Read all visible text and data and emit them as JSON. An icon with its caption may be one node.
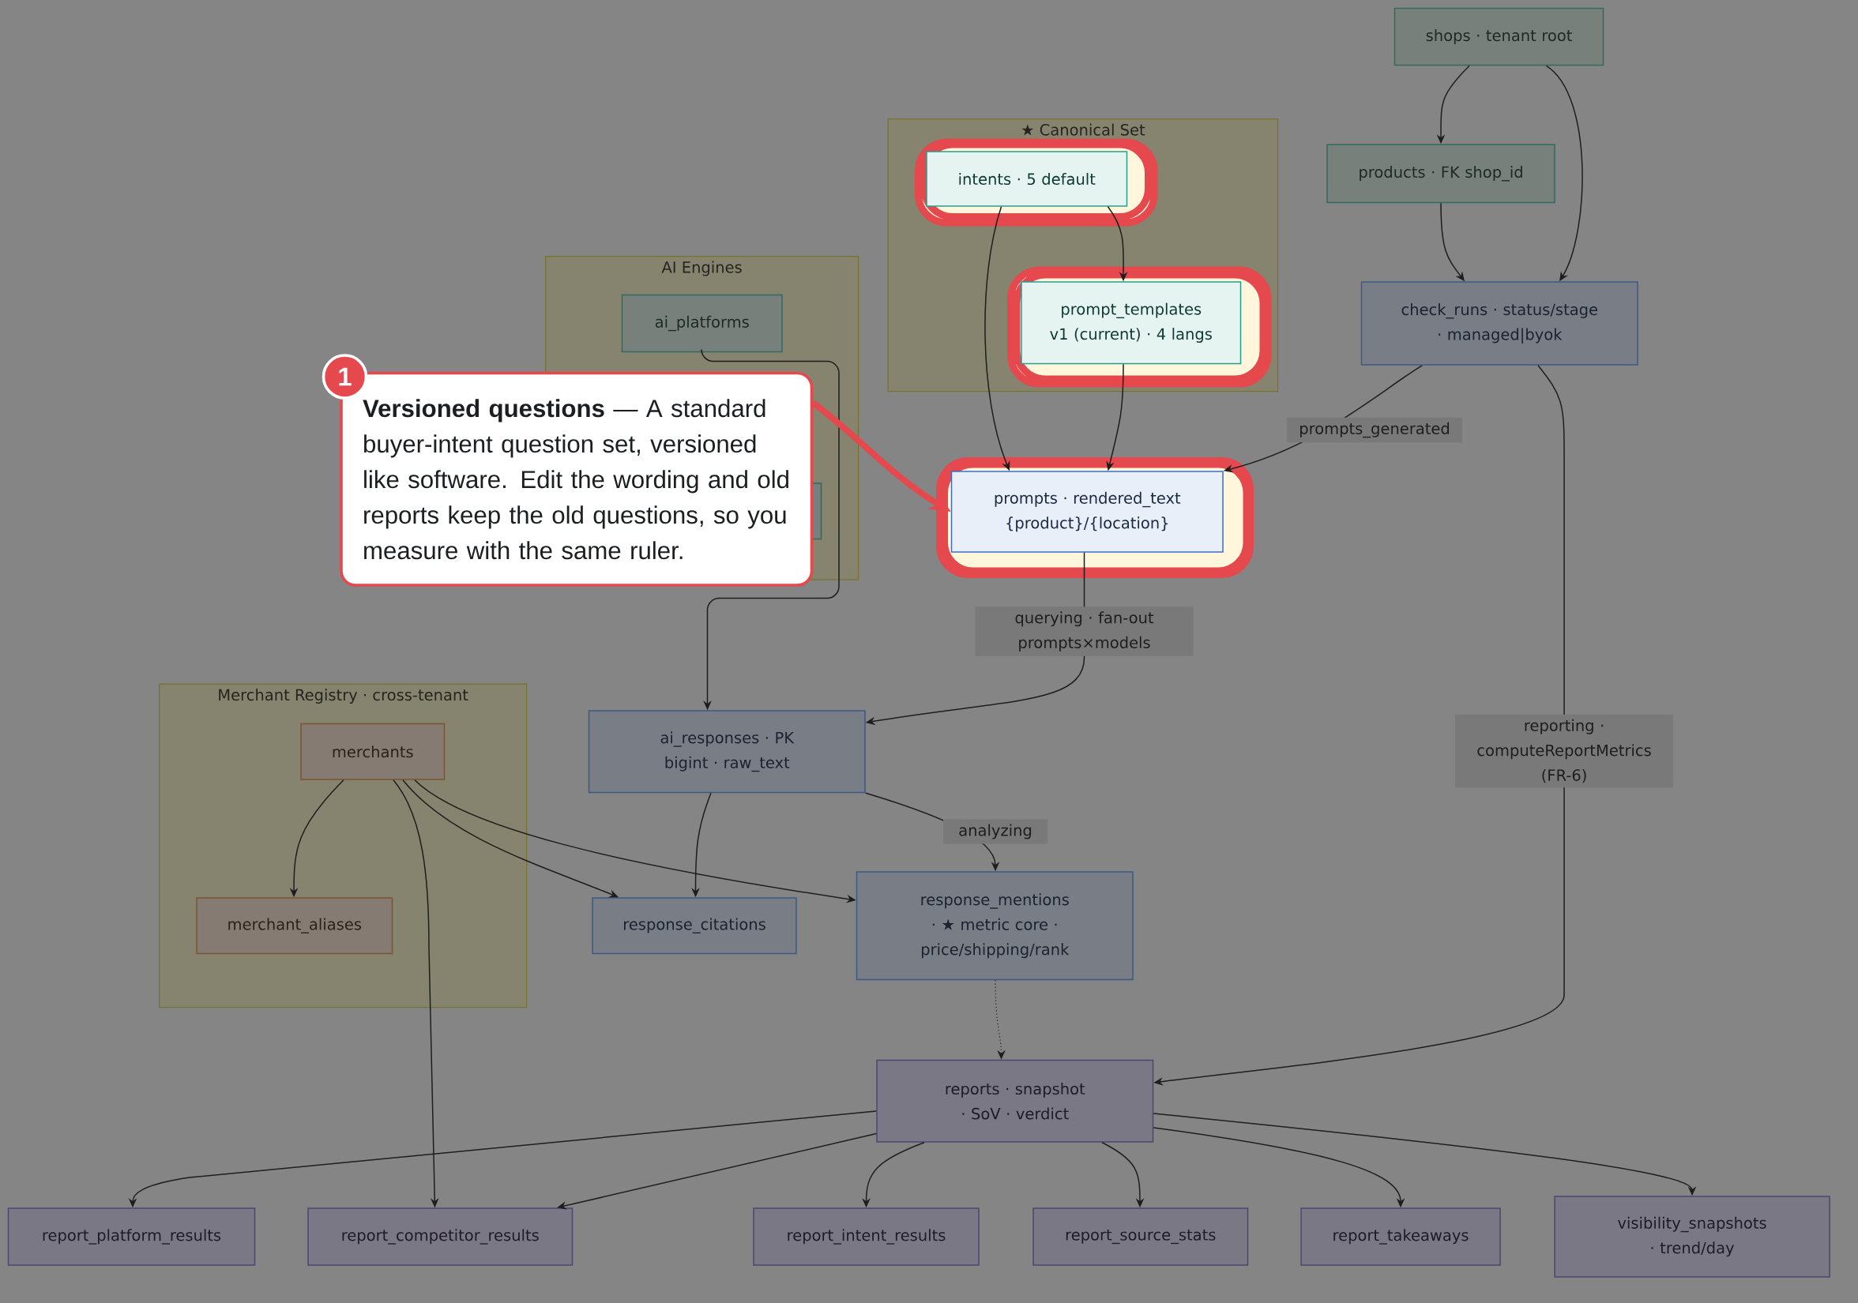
{
  "diagram": {
    "nodes": [
      {
        "text": [
          "★ Canonical Set"
        ]
      },
      {
        "text": [
          "intents · 5 default"
        ],
        "in": 0
      },
      {
        "text": [
          "prompt_templates v1 (current) · 4 langs"
        ],
        "in": 0
      },
      {
        "text": [
          "shops · tenant root"
        ]
      },
      {
        "text": [
          "products · FK shop_id"
        ]
      },
      {
        "text": [
          "check_runs · status/stage · managed|byok"
        ]
      },
      {
        "text": [
          "AI Engines"
        ]
      },
      {
        "text": [
          "ai_platforms"
        ],
        "in": 6
      },
      {
        "text": [],
        "shape": "box",
        "in": 6
      },
      {
        "text": [
          "prompts · rendered_text {product}/{location}"
        ]
      },
      {
        "text": [
          "Merchant Registry · cross-tenant"
        ]
      },
      {
        "text": [
          "merchants"
        ],
        "in": 10
      },
      {
        "text": [
          "merchant_aliases"
        ],
        "in": 10
      },
      {
        "text": [
          "ai_responses · PK bigint · raw_text"
        ]
      },
      {
        "text": [
          "response_citations"
        ]
      },
      {
        "text": [
          "response_mentions · ★ metric core · price/shipping/rank"
        ]
      },
      {
        "text": [
          "reports · snapshot · SoV · verdict"
        ]
      },
      {
        "text": [
          "report_platform_results"
        ]
      },
      {
        "text": [
          "report_competitor_results"
        ]
      },
      {
        "text": [
          "report_intent_results"
        ]
      },
      {
        "text": [
          "report_source_stats"
        ]
      },
      {
        "text": [
          "report_takeaways"
        ]
      },
      {
        "text": [
          "visibility_snapshots · trend/day"
        ]
      },
      {
        "text": [
          "**Versioned questions** — A standard buyer-intent question set, versioned like software. Edit the wording and old reports keep the old questions, so you measure with the same ruler."
        ],
        "beside": [
          "1"
        ]
      }
    ],
    "edges": [
      {
        "from": 1,
        "to": 9,
        "arrow": "to"
      },
      {
        "from": 1,
        "to": 2,
        "arrow": "to"
      },
      {
        "from": 2,
        "to": 9,
        "arrow": "to"
      },
      {
        "from": 3,
        "to": 4,
        "arrow": "to"
      },
      {
        "from": 3,
        "to": 5,
        "arrow": "to"
      },
      {
        "from": 4,
        "to": 5,
        "arrow": "to"
      },
      {
        "from": 5,
        "to": 9,
        "arrow": "to",
        "label": "prompts_generated"
      },
      {
        "from": 5,
        "to": 16,
        "arrow": "to",
        "label": "reporting · computeReportMetrics (FR-6)"
      },
      {
        "from": 9,
        "to": 13,
        "arrow": "to",
        "label": "querying · fan-out prompts×models"
      },
      {
        "from": 7,
        "to": 13,
        "arrow": "to"
      },
      {
        "from": 13,
        "to": 14,
        "arrow": "to"
      },
      {
        "from": 13,
        "to": 15,
        "arrow": "to",
        "label": "analyzing"
      },
      {
        "from": 11,
        "to": 12,
        "arrow": "to"
      },
      {
        "from": 11,
        "to": 18,
        "arrow": "to"
      },
      {
        "from": 11,
        "to": 14,
        "arrow": "to"
      },
      {
        "from": 11,
        "to": 15,
        "arrow": "to"
      },
      {
        "from": 15,
        "to": 16,
        "arrow": "to",
        "style": "dashed"
      },
      {
        "from": 16,
        "to": 17,
        "arrow": "to"
      },
      {
        "from": 16,
        "to": 18,
        "arrow": "to"
      },
      {
        "from": 16,
        "to": 19,
        "arrow": "to"
      },
      {
        "from": 16,
        "to": 20,
        "arrow": "to"
      },
      {
        "from": 16,
        "to": 21,
        "arrow": "to"
      },
      {
        "from": 16,
        "to": 22,
        "arrow": "to"
      },
      {
        "from": 23,
        "to": 9,
        "arrow": "to",
        "style": "thick",
        "color": "#e5484d"
      }
    ]
  }
}
